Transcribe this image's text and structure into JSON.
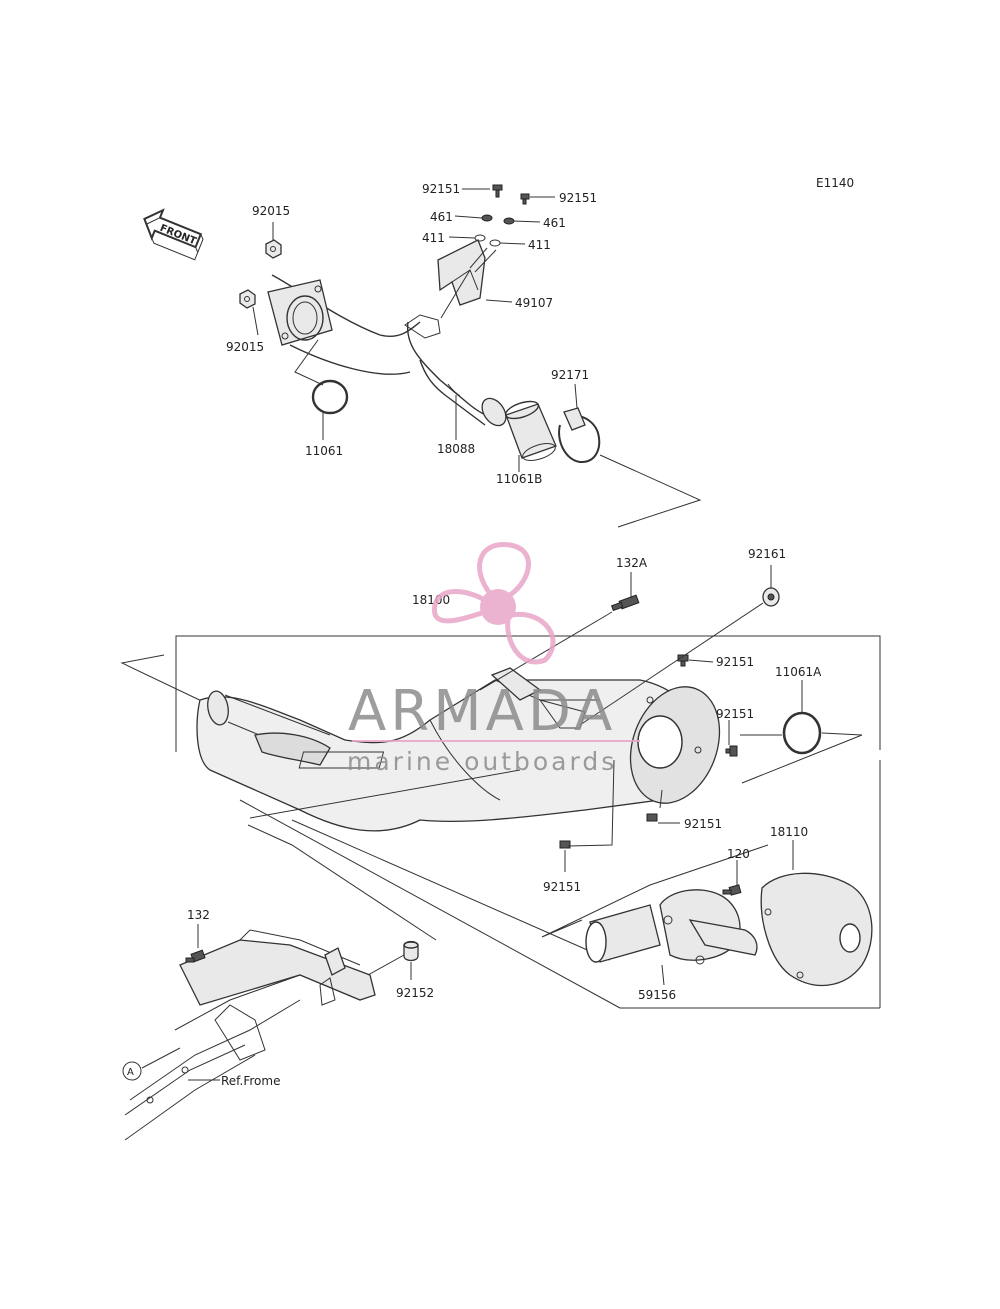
{
  "diagram_code": "E1140",
  "front_label": "FRONT",
  "labels": {
    "p92151_a": "92151",
    "p92151_b": "92151",
    "p461_a": "461",
    "p461_b": "461",
    "p411_a": "411",
    "p411_b": "411",
    "p49107": "49107",
    "p92015_top": "92015",
    "p92015_bot": "92015",
    "p11061": "11061",
    "p18088": "18088",
    "p11061B": "11061B",
    "p92171": "92171",
    "p132A": "132A",
    "p18100": "18100",
    "p92161": "92161",
    "p92151_c": "92151",
    "p11061A": "11061A",
    "p92151_d": "92151",
    "p92151_e": "92151",
    "p92151_f": "92151",
    "p18110": "18110",
    "p120": "120",
    "p59156": "59156",
    "p132": "132",
    "p92152": "92152",
    "ref_a": "A",
    "ref_frame": "Ref.Frome"
  },
  "watermark": {
    "brand": "ARMADA",
    "tagline": "marine outboards",
    "color_pink": "#e8a6c8",
    "color_gray": "#8c8c8c"
  }
}
